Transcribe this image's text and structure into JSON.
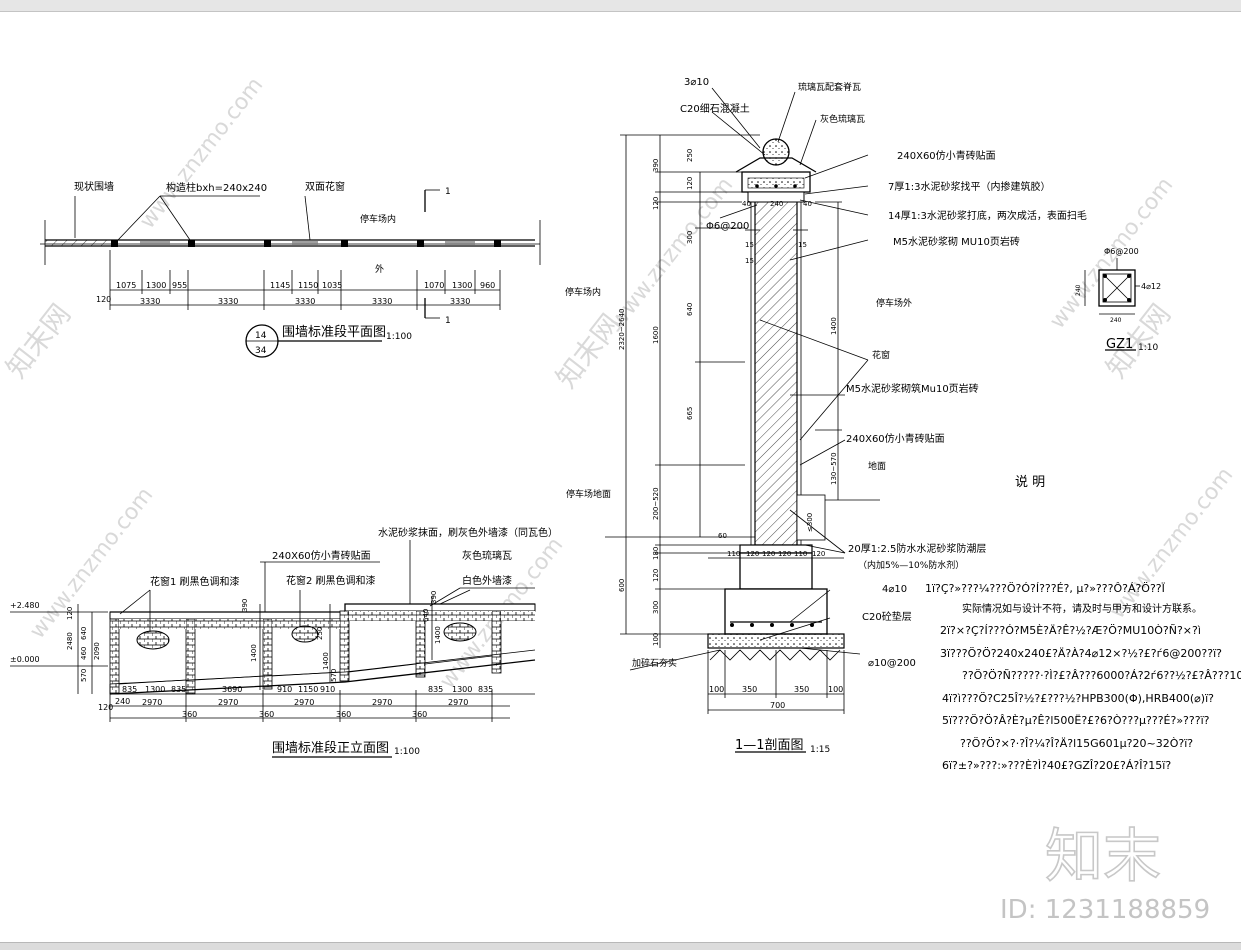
{
  "watermark": {
    "brand_cn": "知末",
    "id_text": "ID: 1231188859",
    "site": "www.znzmo.com",
    "site_cn": "知末网"
  },
  "plan": {
    "title": "围墙标准段平面图",
    "scale": "1:100",
    "detail_top": "14",
    "detail_bottom": "34",
    "label_existing": "现状围墙",
    "label_column": "构造柱bxh=240x240",
    "label_window": "双面花窗",
    "label_inside": "停车场内",
    "label_outside": "外",
    "section_mark": "1",
    "section_mark_b": "1",
    "dims_top": [
      "1075",
      "1300",
      "955",
      "1145",
      "1150",
      "1035",
      "1070",
      "1300",
      "960"
    ],
    "dims_bottom": [
      "3330",
      "3330",
      "3330",
      "3330",
      "3330"
    ],
    "dim_left": "120"
  },
  "elevation": {
    "title": "围墙标准段正立面图",
    "scale": "1:100",
    "label_paint": "水泥砂浆抹面，刷灰色外墙漆（同瓦色）",
    "label_tile_face": "240X60仿小青砖贴面",
    "label_grey_tile": "灰色琉璃瓦",
    "label_white_paint": "白色外墙漆",
    "label_window1": "花窗1 刷黑色调和漆",
    "label_window2": "花窗2 刷黑色调和漆",
    "level_top": "+2.480",
    "level_zero": "±0.000",
    "dims_left_v": [
      "120",
      "2480",
      "640",
      "460",
      "570",
      "2090"
    ],
    "dims_mid_v": [
      "390",
      "1400",
      "250",
      "1400",
      "570"
    ],
    "dims_right_v": [
      "390",
      "640",
      "1400"
    ],
    "dims_row1": [
      "835",
      "1300",
      "835",
      "3690",
      "910",
      "1150",
      "910",
      "835",
      "1300",
      "835"
    ],
    "dims_row2": [
      "2970",
      "2970",
      "2970",
      "2970",
      "2970"
    ],
    "dims_row3": [
      "360",
      "360",
      "360",
      "360"
    ],
    "dims_left_h": [
      "120",
      "240"
    ]
  },
  "section": {
    "title": "1—1剖面图",
    "scale": "1:15",
    "label_rebar_top": "3⌀10",
    "label_glazed_ridge": "琉璃瓦配套脊瓦",
    "label_c20_fine": "C20细石混凝土",
    "label_grey_glazed": "灰色琉璃瓦",
    "label_tile_face": "240X60仿小青砖贴面",
    "label_mortar7": "7厚1:3水泥砂浆找平（内掺建筑胶）",
    "label_mortar14": "14厚1:3水泥砂浆打底，两次成活，表面扫毛",
    "label_m5": "M5水泥砂浆砌 MU10页岩砖",
    "label_stirrup": "Φ6@200",
    "label_inside": "停车场内",
    "label_outside": "停车场外",
    "label_window": "花窗",
    "label_m5_b": "M5水泥砂浆砌筑Mu10页岩砖",
    "label_tile_face2": "240X60仿小青砖贴面",
    "label_ground": "地面",
    "label_parking_ground": "停车场地面",
    "label_damp1": "20厚1:2.5防水水泥砂浆防潮层",
    "label_damp2": "（内加5%—10%防水剂）",
    "label_base_rebar": "4⌀10",
    "label_c20_cushion": "C20砼垫层",
    "label_bottom_rebar": "⌀10@200",
    "label_gravel": "加碎石夯实",
    "dims_left_v": [
      "390",
      "250",
      "120",
      "120",
      "300",
      "1600",
      "640",
      "665",
      "200~520",
      "60",
      "180",
      "120",
      "300",
      "100",
      "600"
    ],
    "dims_span_v": "2320~2640",
    "dims_right_v": [
      "1400",
      "130~570",
      "≤300"
    ],
    "dims_top_h": [
      "40",
      "240",
      "40"
    ],
    "dims_mid_h": [
      "15",
      "15",
      "15"
    ],
    "dims_base_h": [
      "110",
      "120",
      "120",
      "120",
      "110",
      "120"
    ],
    "dims_bottom_h": [
      "100",
      "350",
      "350",
      "100"
    ],
    "dim_total": "700"
  },
  "column": {
    "title": "GZ1",
    "scale": "1:10",
    "label_stirrup": "Φ6@200",
    "label_rebar": "4⌀12",
    "dim_w": "240",
    "dim_h": "240"
  },
  "notes": {
    "title": "说 明",
    "lines": [
      "1ï?Ç?»???¼???Ö?Ó?Í???É?, µ?»???Ô?Á?Ö??Ï",
      "实际情况如与设计不符，请及时与甲方和设计方联系。",
      "2ï?×?Ç?Í???Ó?M5È?Ä?Ê?½?Æ?Ö?MU10Ò?Ñ?×?ì",
      "3ï???Ö?Ö?240x240£?Ä?À?4⌀12×?½?£?ѓ6@200??ï?",
      "??Ö?Ö?Ñ?????·?Ì?£?Â???6000?Á?2ѓ6??½?£?Â???100",
      "4ï?ì???Ö?C25Î?½?£???½?HPB300(Φ),HRB400(⌀)ï?",
      "5ï???Ö?Ö?Â?È?µ?Ê?l500Ë?£?6?Ò???µ???É?»???ï?",
      "??Ö?Ö?×?·?Î?¼?Î?Ä?l15G601µ?20~32Ò?ï?",
      "6ï?±?»???:»???È?Ì?40£?GZÎ?20£?Á?Î?15ï?"
    ]
  }
}
